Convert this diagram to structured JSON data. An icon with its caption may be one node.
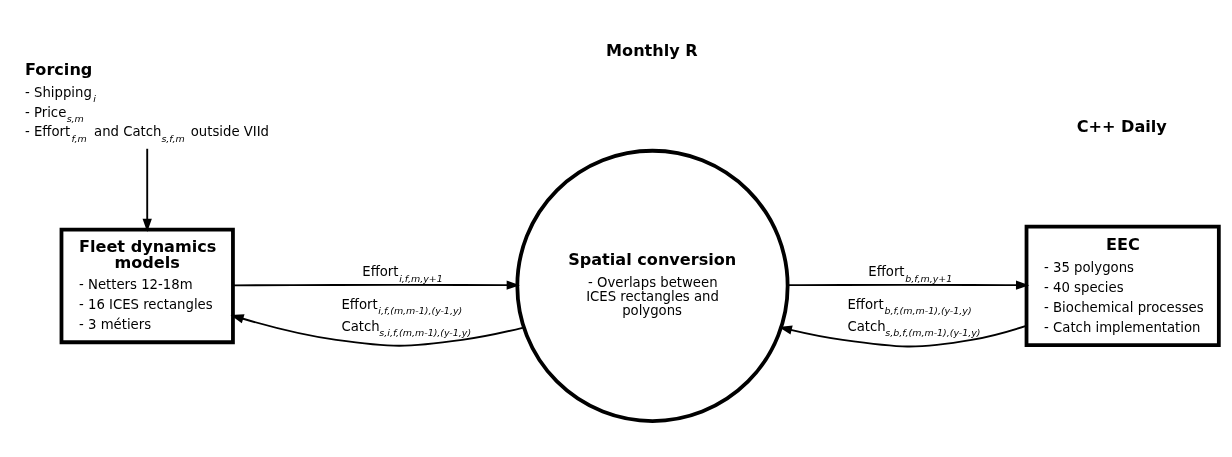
{
  "diagram": {
    "nodes": [
      {
        "text": [
          "Forcing",
          "- Shipping$_{i}$",
          "- Price$_{s,m}$",
          "- Effort$_{f,m}$ and Catch$_{s,f,m}$ outside VIId"
        ]
      },
      {
        "text": [
          "Fleet dynamics models",
          "- Netters 12-18m",
          "- 16 ICES rectangles",
          "- 3 métiers"
        ]
      },
      {
        "text": [
          "Spatial conversion",
          "- Overlaps between ICES rectangles and polygons"
        ]
      },
      {
        "text": [
          "EEC",
          "- 35 polygons",
          "- 40 species",
          "- Biochemical processes",
          "- Catch implementation"
        ]
      }
    ],
    "edges": [
      {
        "from": 0,
        "to": 1,
        "arrow": "to"
      },
      {
        "from": 1,
        "to": 2,
        "arrow": "to",
        "label": "Effort$_{i,f,m,y+1}$"
      },
      {
        "from": 2,
        "to": 1,
        "arrow": "to",
        "label": "Effort$_{i,f,(m,m-1),(y-1,y)}$ Catch$_{s,i,f,(m,m-1),(y-1,y)}$"
      },
      {
        "from": 2,
        "to": 3,
        "arrow": "to",
        "label": "Effort$_{b,f,m,y+1}$"
      },
      {
        "from": 3,
        "to": 2,
        "arrow": "to",
        "label": "Effort$_{b,f,(m,m-1),(y-1,y)}$ Catch$_{s,b,f,(m,m-1),(y-1,y)}$"
      }
    ],
    "labels": [
      "Monthly R",
      "C++ Daily"
    ]
  }
}
